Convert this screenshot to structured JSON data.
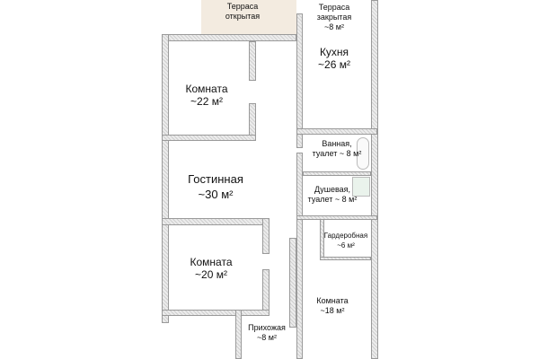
{
  "rooms": [
    {
      "name": "Терраса",
      "name2": "открытая"
    },
    {
      "name": "Терраса",
      "name2": "закрытая",
      "area": "~8 м²"
    },
    {
      "name": "Кухня",
      "area": "~26 м²"
    },
    {
      "name": "Комната",
      "area": "~22 м²"
    },
    {
      "name": "Ванная,",
      "name2": "туалет ~ 8 м²"
    },
    {
      "name": "Гостинная",
      "area": "~30 м²"
    },
    {
      "name": "Душевая,",
      "name2": "туалет ~ 8 м²"
    },
    {
      "name": "Гардеробная",
      "area": "~6 м²"
    },
    {
      "name": "Комната",
      "area": "~20 м²"
    },
    {
      "name": "Комната",
      "area": "~18 м²"
    },
    {
      "name": "Прихожая",
      "area": "~8 м²"
    }
  ],
  "colors": {
    "terrace": "#f3ebe0",
    "wall": "#cfcfcf"
  }
}
